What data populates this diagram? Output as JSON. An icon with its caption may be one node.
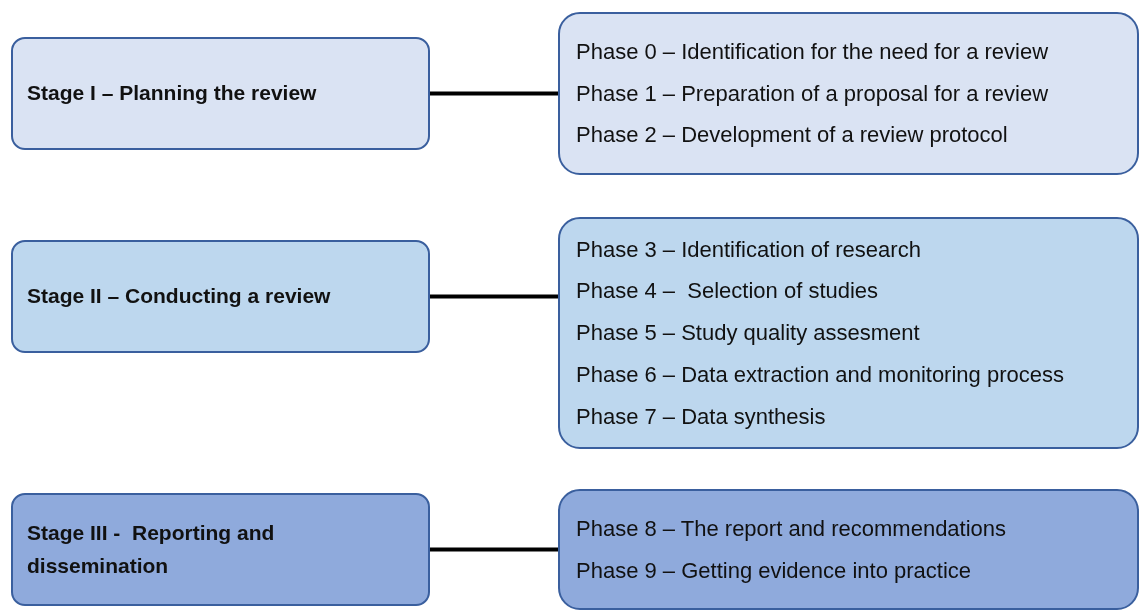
{
  "diagram": {
    "nodes": [
      {
        "text": [
          "Stage I – Planning the review"
        ]
      },
      {
        "text": [
          "Phase 0 – Identification for the need for a review",
          "Phase 1 – Preparation of a proposal for a review",
          "Phase 2 – Development of a review protocol"
        ]
      },
      {
        "text": [
          "Stage II – Conducting a review"
        ]
      },
      {
        "text": [
          "Phase 3 – Identification of research",
          "Phase 4 –  Selection of studies",
          "Phase 5 – Study quality assesment",
          "Phase 6 – Data extraction and monitoring process",
          "Phase 7 – Data synthesis"
        ]
      },
      {
        "text": [
          "Stage III -  Reporting and dissemination"
        ]
      },
      {
        "text": [
          "Phase 8 – The report and recommendations",
          "Phase 9 – Getting evidence into practice"
        ]
      }
    ],
    "edges": [
      {
        "from": 0,
        "to": 1,
        "arrow": "none"
      },
      {
        "from": 2,
        "to": 3,
        "arrow": "none"
      },
      {
        "from": 4,
        "to": 5,
        "arrow": "none"
      }
    ]
  }
}
